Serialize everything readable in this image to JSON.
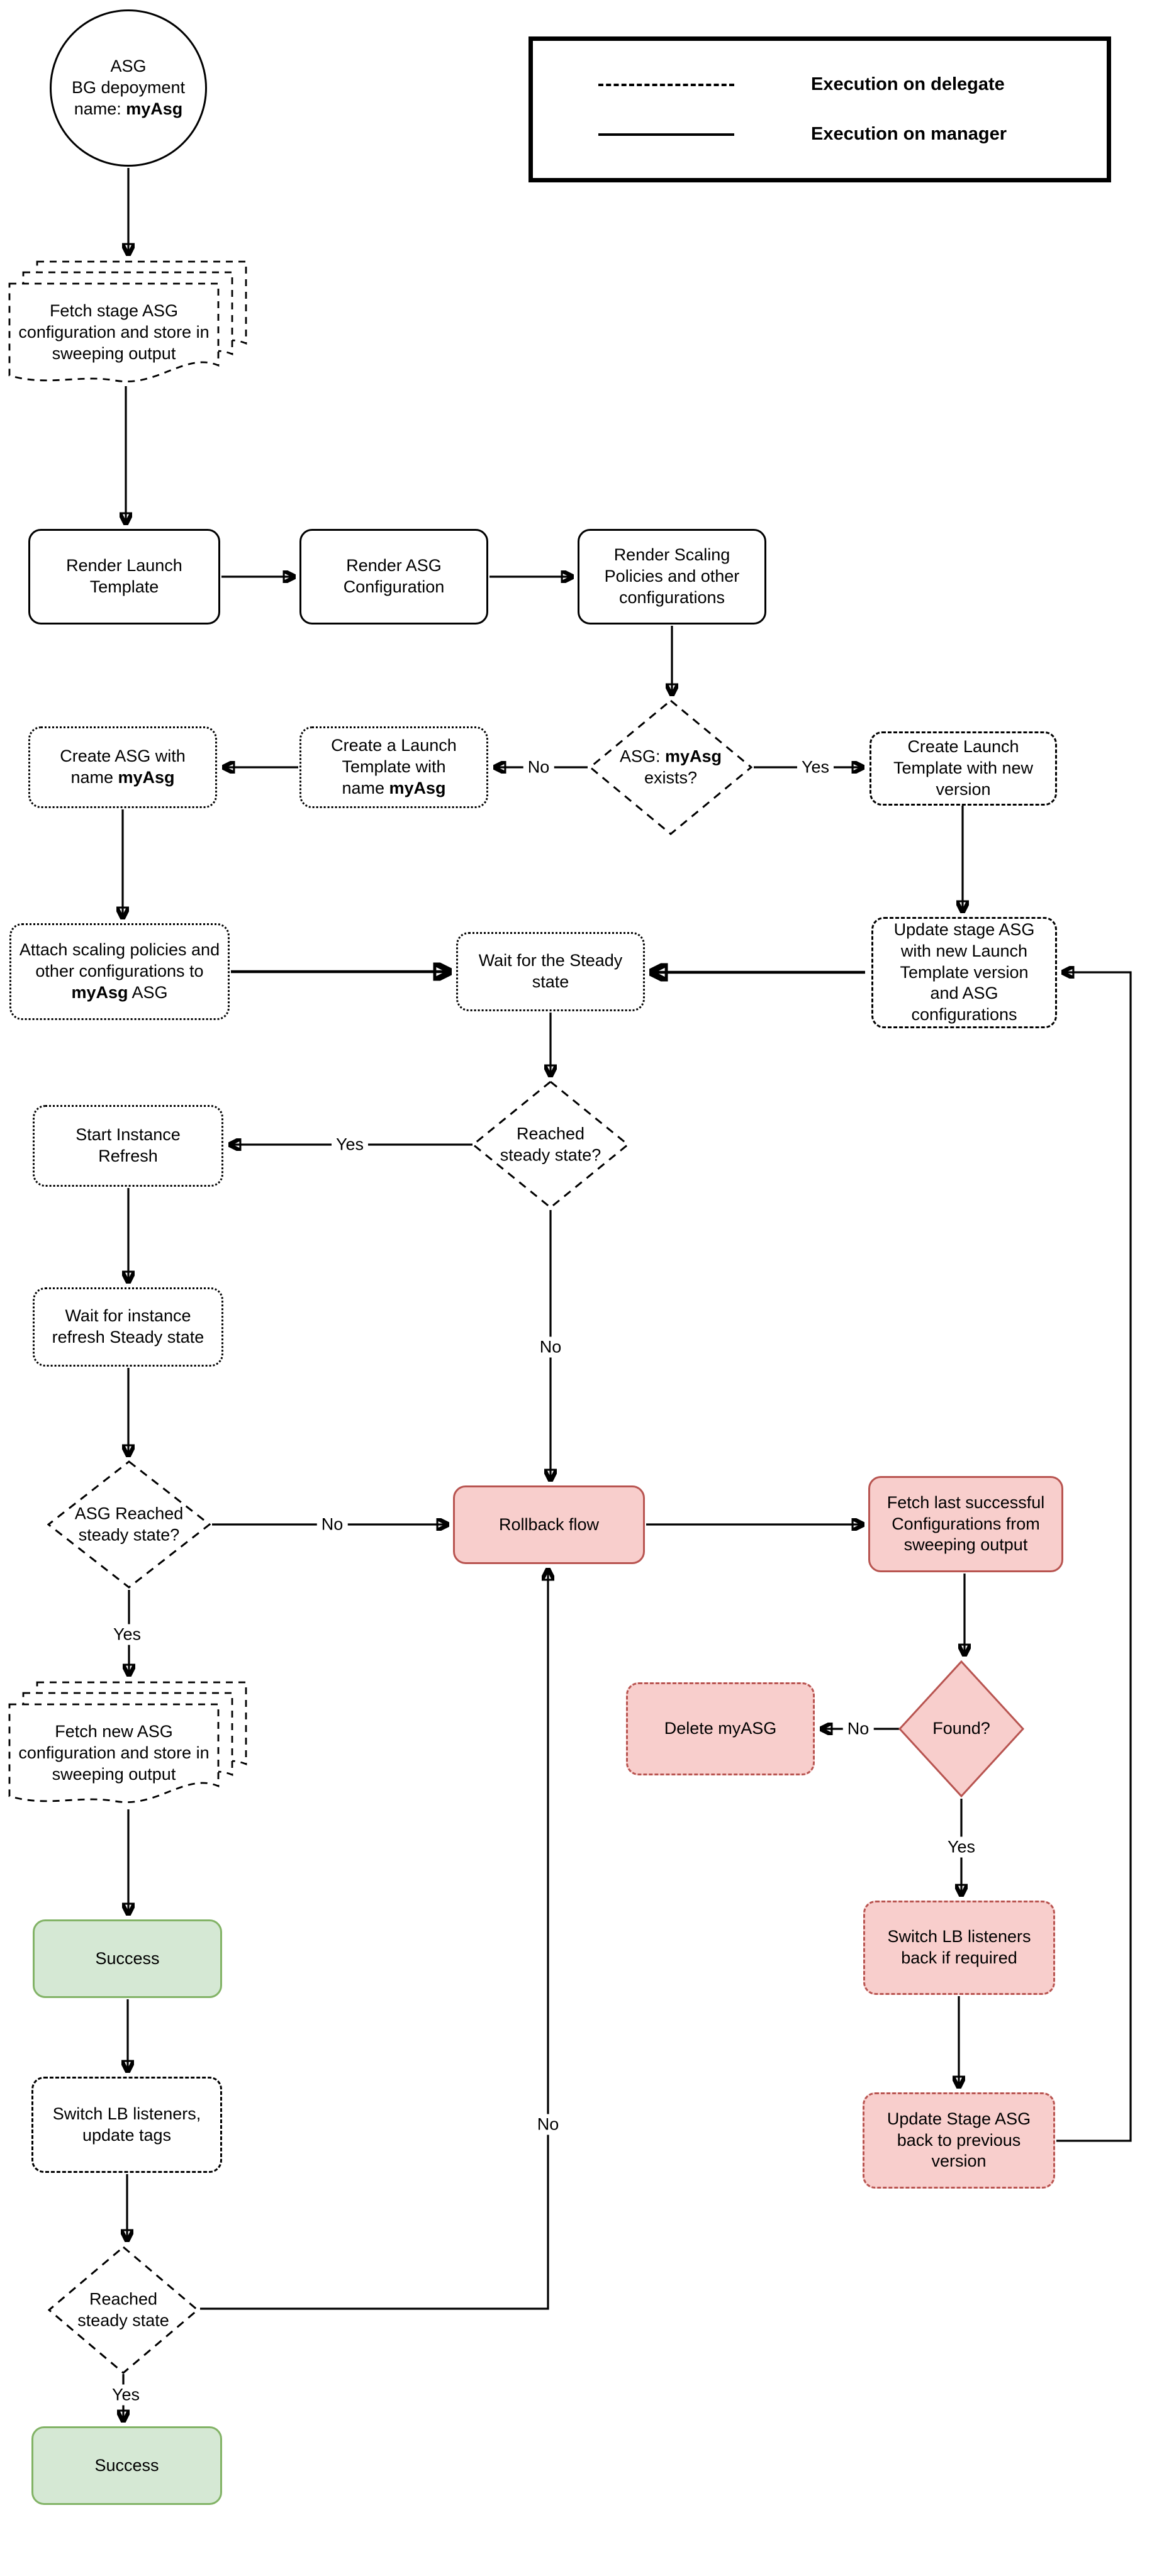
{
  "legend": {
    "delegate_label": "Execution on delegate",
    "manager_label": "Execution on manager"
  },
  "edge_labels": {
    "yes": "Yes",
    "no": "No"
  },
  "colors": {
    "pink_fill": "#f8cecc",
    "pink_stroke": "#b85450",
    "green_fill": "#d5e8d4",
    "green_stroke": "#82b366",
    "line_black": "#000000"
  },
  "nodes": {
    "start": {
      "line1": "ASG",
      "line2": "BG depoyment",
      "line3_pre": "name: ",
      "line3_bold": "myAsg"
    },
    "fetch_stage": {
      "text": "Fetch stage ASG configuration and store in sweeping output"
    },
    "render_launch": {
      "text": "Render Launch Template"
    },
    "render_asg": {
      "text": "Render ASG Configuration"
    },
    "render_scaling": {
      "text": "Render Scaling Policies and other configurations"
    },
    "asg_exists": {
      "pre": "ASG: ",
      "bold": "myAsg",
      "post": " exists?"
    },
    "create_launch_new": {
      "text": "Create Launch Template with new version"
    },
    "create_launch_named": {
      "pre": "Create a Launch Template with name ",
      "bold": "myAsg"
    },
    "create_asg": {
      "pre": "Create ASG with name ",
      "bold": "myAsg"
    },
    "attach_policies": {
      "pre": "Attach scaling policies and other configurations to ",
      "bold": "myAsg",
      "post": " ASG"
    },
    "wait_steady": {
      "text": "Wait for the Steady state"
    },
    "update_stage": {
      "text": "Update stage ASG with new Launch Template version and ASG configurations"
    },
    "reached_steady": {
      "text": "Reached steady state?"
    },
    "start_refresh": {
      "text": "Start Instance Refresh"
    },
    "wait_refresh": {
      "text": "Wait for instance refresh Steady state"
    },
    "asg_reached": {
      "text": "ASG Reached steady state?"
    },
    "rollback": {
      "text": "Rollback flow"
    },
    "fetch_last": {
      "text": "Fetch last successful Configurations from sweeping output"
    },
    "delete_myasg": {
      "text": "Delete myASG"
    },
    "found": {
      "text": "Found?"
    },
    "fetch_new": {
      "text": "Fetch new ASG configuration and store in sweeping output"
    },
    "success_mid": {
      "text": "Success"
    },
    "switch_lb_back": {
      "text": "Switch LB listeners back if required"
    },
    "switch_lb_tags": {
      "text": "Switch LB listeners, update tags"
    },
    "update_back": {
      "text": "Update Stage ASG back to previous version"
    },
    "reached_steady_final": {
      "text": "Reached steady state"
    },
    "success_final": {
      "text": "Success"
    }
  }
}
